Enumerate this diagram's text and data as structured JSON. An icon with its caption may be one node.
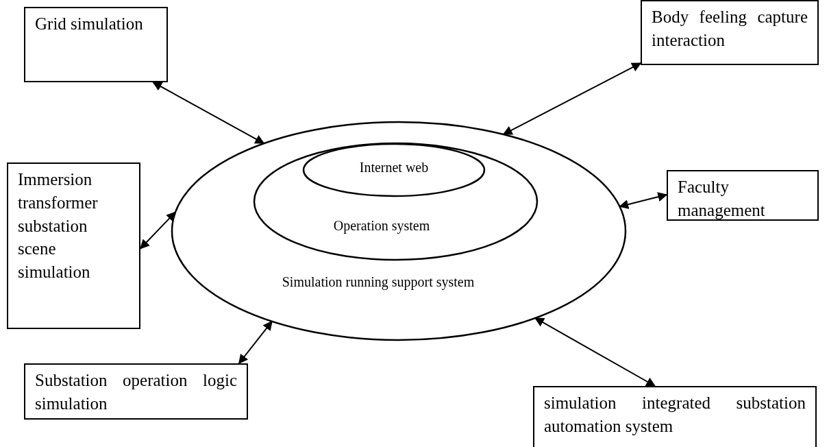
{
  "diagram": {
    "nodes": [
      {
        "text": [
          "Grid simulation"
        ]
      },
      {
        "text": [
          "Body feeling capture interaction"
        ]
      },
      {
        "text": [
          "Simulation running support system"
        ]
      },
      {
        "text": [
          "Operation system"
        ],
        "in": 2
      },
      {
        "text": [
          "Internet web"
        ],
        "in": 3
      },
      {
        "text": [
          "Immersion transformer substation scene simulation"
        ]
      },
      {
        "text": [
          "Faculty management"
        ]
      },
      {
        "text": [
          "Substation operation logic simulation"
        ]
      },
      {
        "text": [
          "simulation integrated substation automation system"
        ]
      }
    ],
    "edges": [
      {
        "from": 0,
        "to": 2,
        "arrow": "both"
      },
      {
        "from": 1,
        "to": 2,
        "arrow": "both"
      },
      {
        "from": 5,
        "to": 2,
        "arrow": "both"
      },
      {
        "from": 6,
        "to": 2,
        "arrow": "both"
      },
      {
        "from": 7,
        "to": 2,
        "arrow": "both"
      },
      {
        "from": 8,
        "to": 2,
        "arrow": "both"
      }
    ]
  }
}
